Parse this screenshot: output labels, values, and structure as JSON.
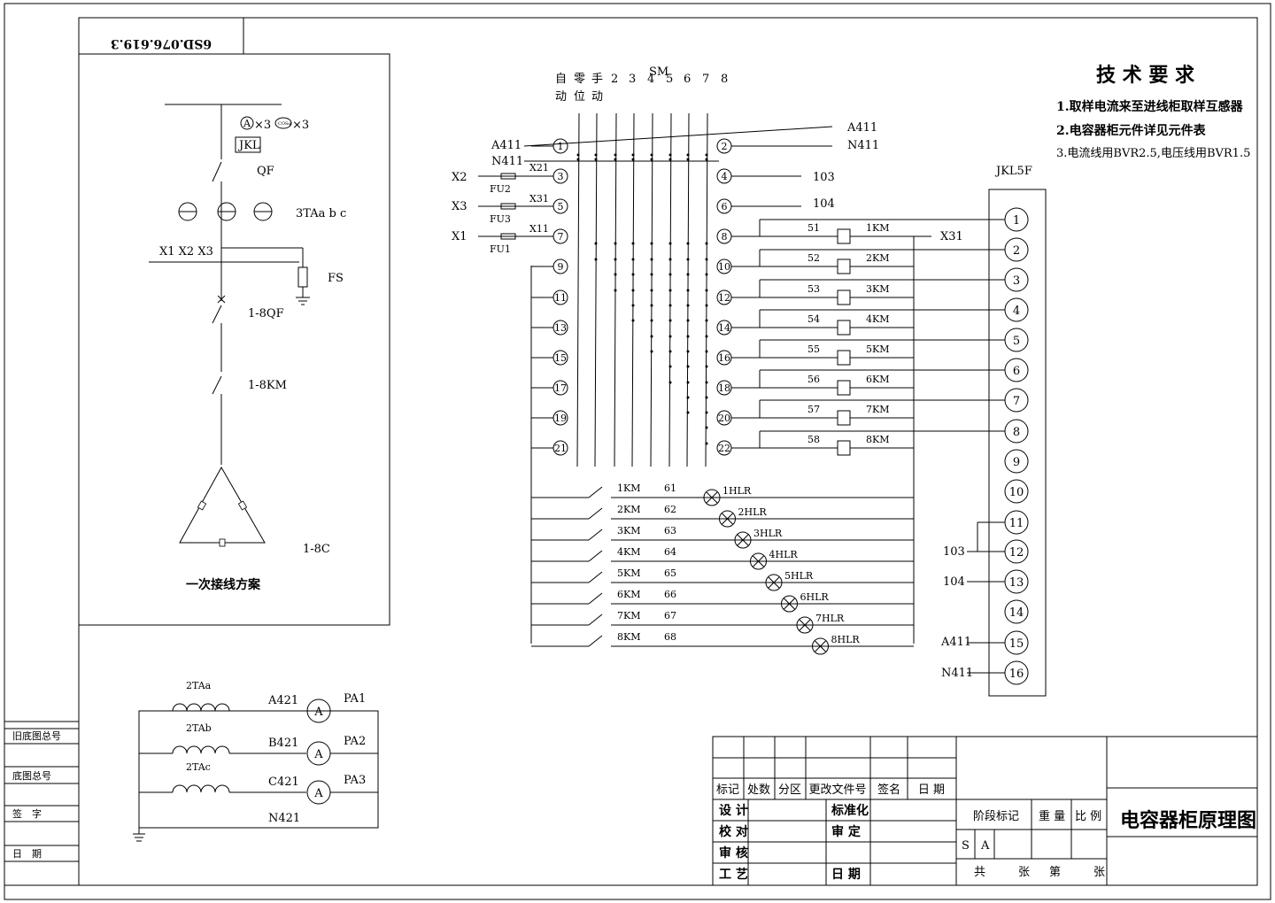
{
  "drawing_code": "6SD.076.619.3",
  "title": "电容器柜原理图",
  "tech": {
    "heading": "技 术 要 求",
    "items": [
      "1.取样电流来至进线柜取样互感器",
      "2.电容器柜元件详见元件表",
      "3.电流线用BVR2.5,电压线用BVR1.5"
    ]
  },
  "primary": {
    "caption": "一次接线方案",
    "meter_label": "×3",
    "meter2_label": "×3",
    "meter_a": "A",
    "meter_cos": "COSφ",
    "controller": "JKL",
    "qf": "QF",
    "ta": "3TAa b c",
    "bus": "X1 X2 X3",
    "fs": "FS",
    "breaker": "1-8QF",
    "contactor": "1-8KM",
    "capacitor": "1-8C"
  },
  "switch": {
    "name": "SM",
    "col_labels": [
      "自动",
      "零位",
      "手动",
      "2",
      "3",
      "4",
      "5",
      "6",
      "7",
      "8"
    ],
    "left_terminals": [
      "1",
      "3",
      "5",
      "7",
      "9",
      "11",
      "13",
      "15",
      "17",
      "19",
      "21"
    ],
    "right_terminals": [
      "2",
      "4",
      "6",
      "8",
      "10",
      "12",
      "14",
      "16",
      "18",
      "20",
      "22"
    ],
    "left_signals": [
      "A411",
      "N411",
      "X2",
      "X3",
      "X1"
    ],
    "fuses": [
      "FU2",
      "FU3",
      "FU1"
    ],
    "fuse_wires": [
      "X21",
      "X31",
      "X11"
    ],
    "right_top": [
      "A411",
      "N411"
    ],
    "right_mid": [
      "103",
      "104"
    ]
  },
  "coils": [
    {
      "wire": "51",
      "name": "1KM"
    },
    {
      "wire": "52",
      "name": "2KM"
    },
    {
      "wire": "53",
      "name": "3KM"
    },
    {
      "wire": "54",
      "name": "4KM"
    },
    {
      "wire": "55",
      "name": "5KM"
    },
    {
      "wire": "56",
      "name": "6KM"
    },
    {
      "wire": "57",
      "name": "7KM"
    },
    {
      "wire": "58",
      "name": "8KM"
    }
  ],
  "coil_x31": "X31",
  "lamps": [
    {
      "contact": "1KM",
      "wire": "61",
      "name": "1HLR"
    },
    {
      "contact": "2KM",
      "wire": "62",
      "name": "2HLR"
    },
    {
      "contact": "3KM",
      "wire": "63",
      "name": "3HLR"
    },
    {
      "contact": "4KM",
      "wire": "64",
      "name": "4HLR"
    },
    {
      "contact": "5KM",
      "wire": "65",
      "name": "5HLR"
    },
    {
      "contact": "6KM",
      "wire": "66",
      "name": "6HLR"
    },
    {
      "contact": "7KM",
      "wire": "67",
      "name": "7HLR"
    },
    {
      "contact": "8KM",
      "wire": "68",
      "name": "8HLR"
    }
  ],
  "jkl": {
    "name": "JKL5F",
    "terminals": [
      "1",
      "2",
      "3",
      "4",
      "5",
      "6",
      "7",
      "8",
      "9",
      "10",
      "11",
      "12",
      "13",
      "14",
      "15",
      "16"
    ],
    "labels": [
      "103",
      "104",
      "A411",
      "N411"
    ]
  },
  "metering": {
    "cts": [
      "2TAa",
      "2TAb",
      "2TAc"
    ],
    "wires": [
      "A421",
      "B421",
      "C421"
    ],
    "neutral": "N421",
    "meters": [
      "PA1",
      "PA2",
      "PA3"
    ],
    "meter_symbol": "A"
  },
  "side_block": [
    "旧底图总号",
    "底图总号",
    "签　字",
    "日　期"
  ],
  "title_block": {
    "cols": [
      "标记",
      "处数",
      "分区",
      "更改文件号",
      "签名",
      "日 期"
    ],
    "rows_left": [
      "设 计",
      "校 对",
      "审 核",
      "工 艺"
    ],
    "rows_mid": [
      "标准化",
      "审 定",
      "",
      "日 期"
    ],
    "stage": "阶段标记",
    "weight": "重 量",
    "scale": "比 例",
    "stage_marks": [
      "S",
      "A"
    ],
    "sheet_total": "共",
    "sheet_unit": "张",
    "sheet_no": "第",
    "sheet_unit2": "张"
  }
}
